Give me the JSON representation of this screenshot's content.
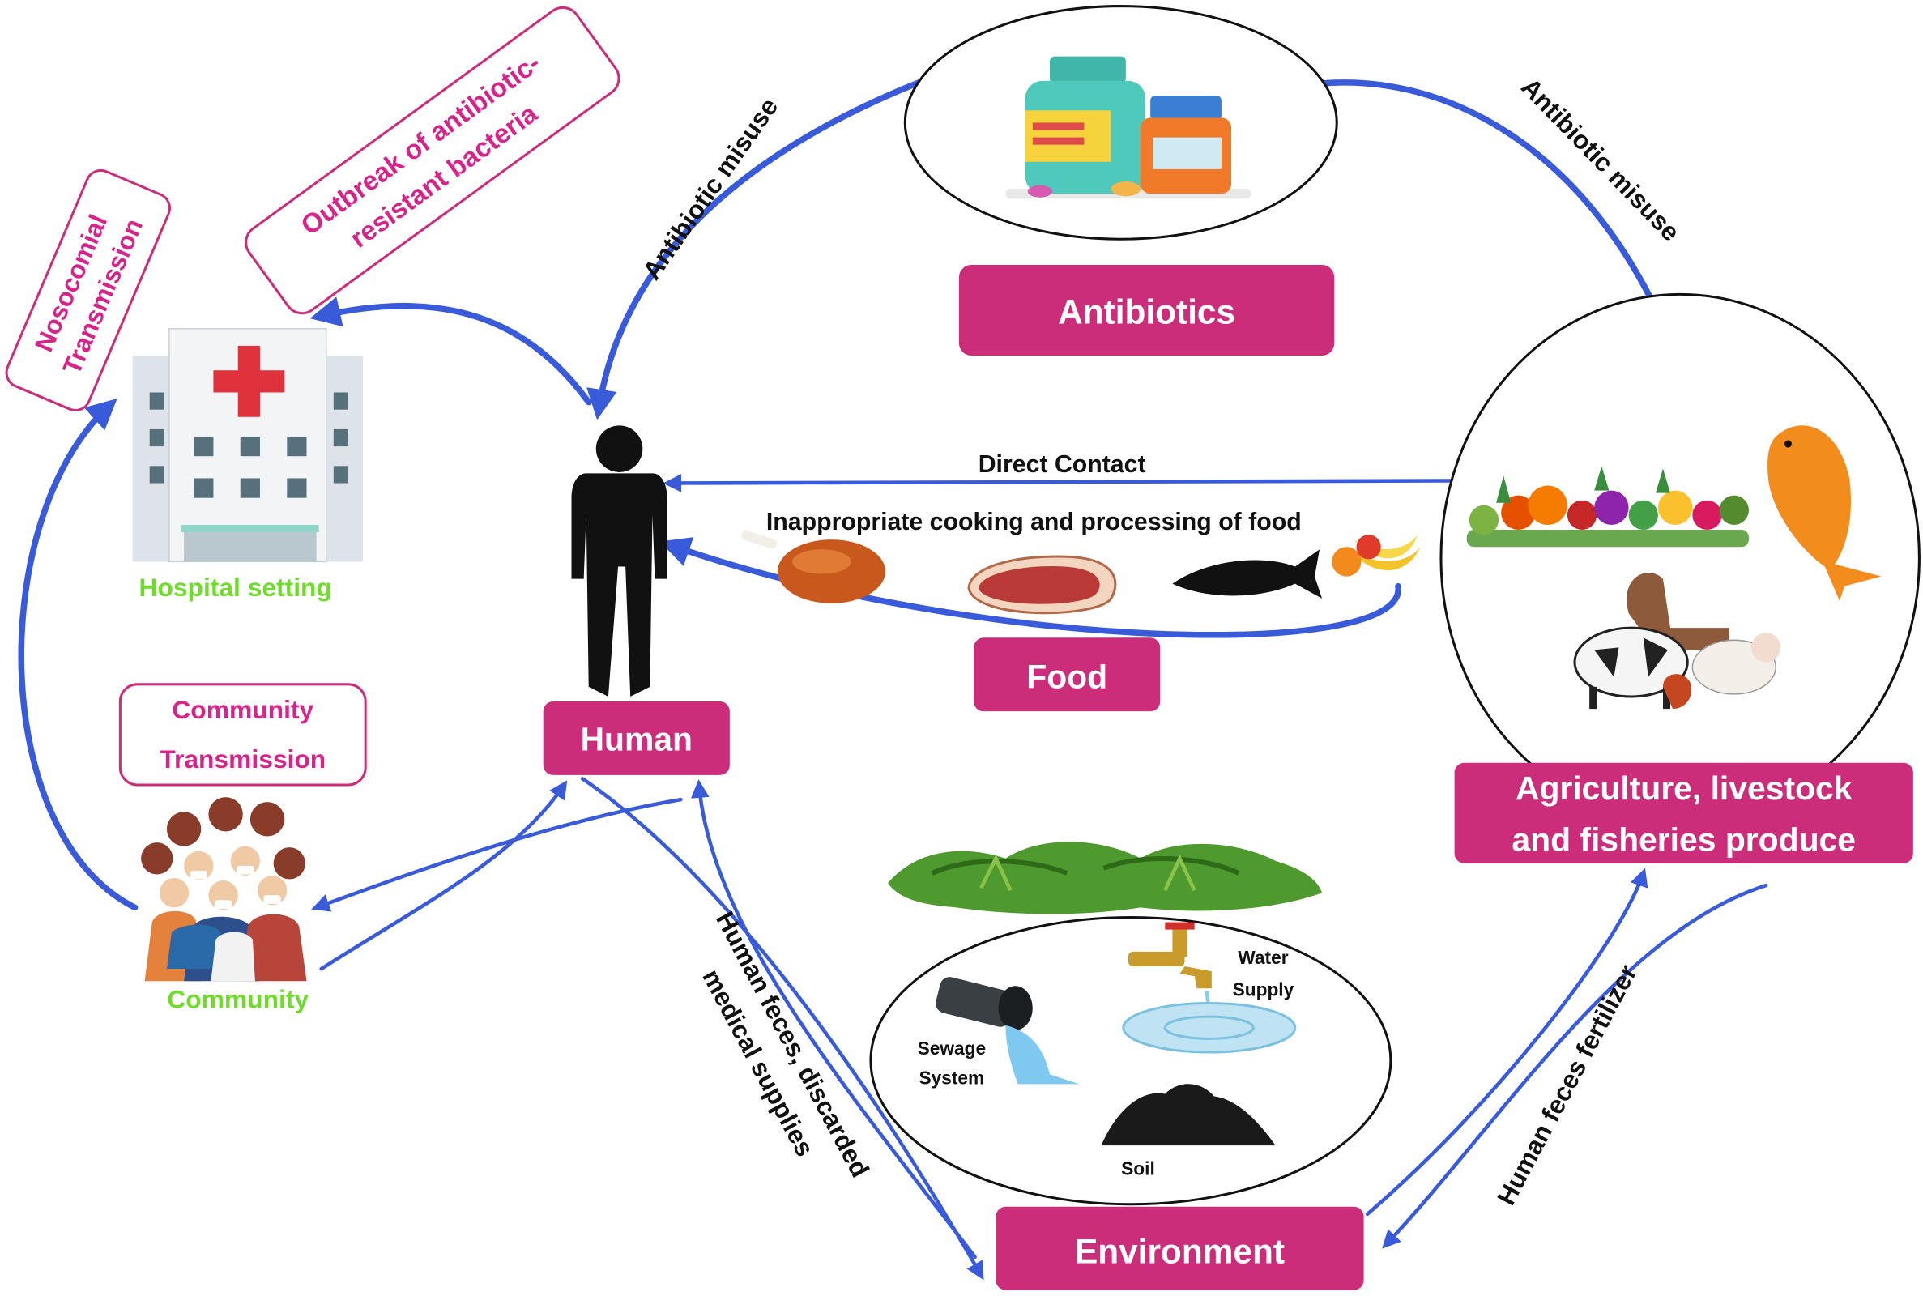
{
  "nodes": {
    "antibiotics": "Antibiotics",
    "human": "Human",
    "food": "Food",
    "agriculture_line1": "Agriculture, livestock",
    "agriculture_line2": "and fisheries produce",
    "environment": "Environment",
    "hospital": "Hospital setting",
    "community": "Community"
  },
  "callouts": {
    "nosocomial_line1": "Nosocomial",
    "nosocomial_line2": "Transmission",
    "outbreak_line1": "Outbreak of antibiotic-",
    "outbreak_line2": "resistant bacteria",
    "community_line1": "Community",
    "community_line2": "Transmission"
  },
  "edges": {
    "antibiotic_misuse_left": "Antibiotic misuse",
    "antibiotic_misuse_right": "Antibiotic misuse",
    "direct_contact": "Direct Contact",
    "cooking": "Inappropriate cooking and processing of food",
    "feces_line1": "Human feces, discarded",
    "feces_line2": "medical supplies",
    "fertilizer": "Human feces fertilizer"
  },
  "environment_items": {
    "sewage_line1": "Sewage",
    "sewage_line2": "System",
    "water_line1": "Water",
    "water_line2": "Supply",
    "soil": "Soil"
  },
  "colors": {
    "magenta": "#cc2d7a",
    "magenta_text": "#d6248a",
    "arrow_blue": "#3a5bd9",
    "green_label": "#6fdc2c"
  }
}
